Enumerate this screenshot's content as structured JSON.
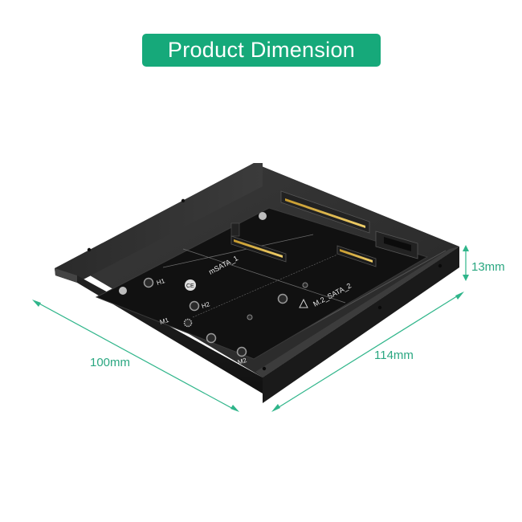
{
  "banner": {
    "title": "Product Dimension"
  },
  "dimensions": {
    "width_label": "100mm",
    "length_label": "114mm",
    "height_label": "13mm"
  },
  "board": {
    "labels": {
      "msata": "mSATA_1",
      "m2sata": "M.2_SATA_2",
      "h1": "H1",
      "h2": "H2",
      "m1": "M1",
      "m2": "M2",
      "ce": "CE"
    }
  },
  "colors": {
    "accent": "#16a97a",
    "dimension_line": "#2fb58a",
    "label_text": "#2aa781",
    "tray": "#2c2c2c",
    "pcb": "#111111"
  }
}
